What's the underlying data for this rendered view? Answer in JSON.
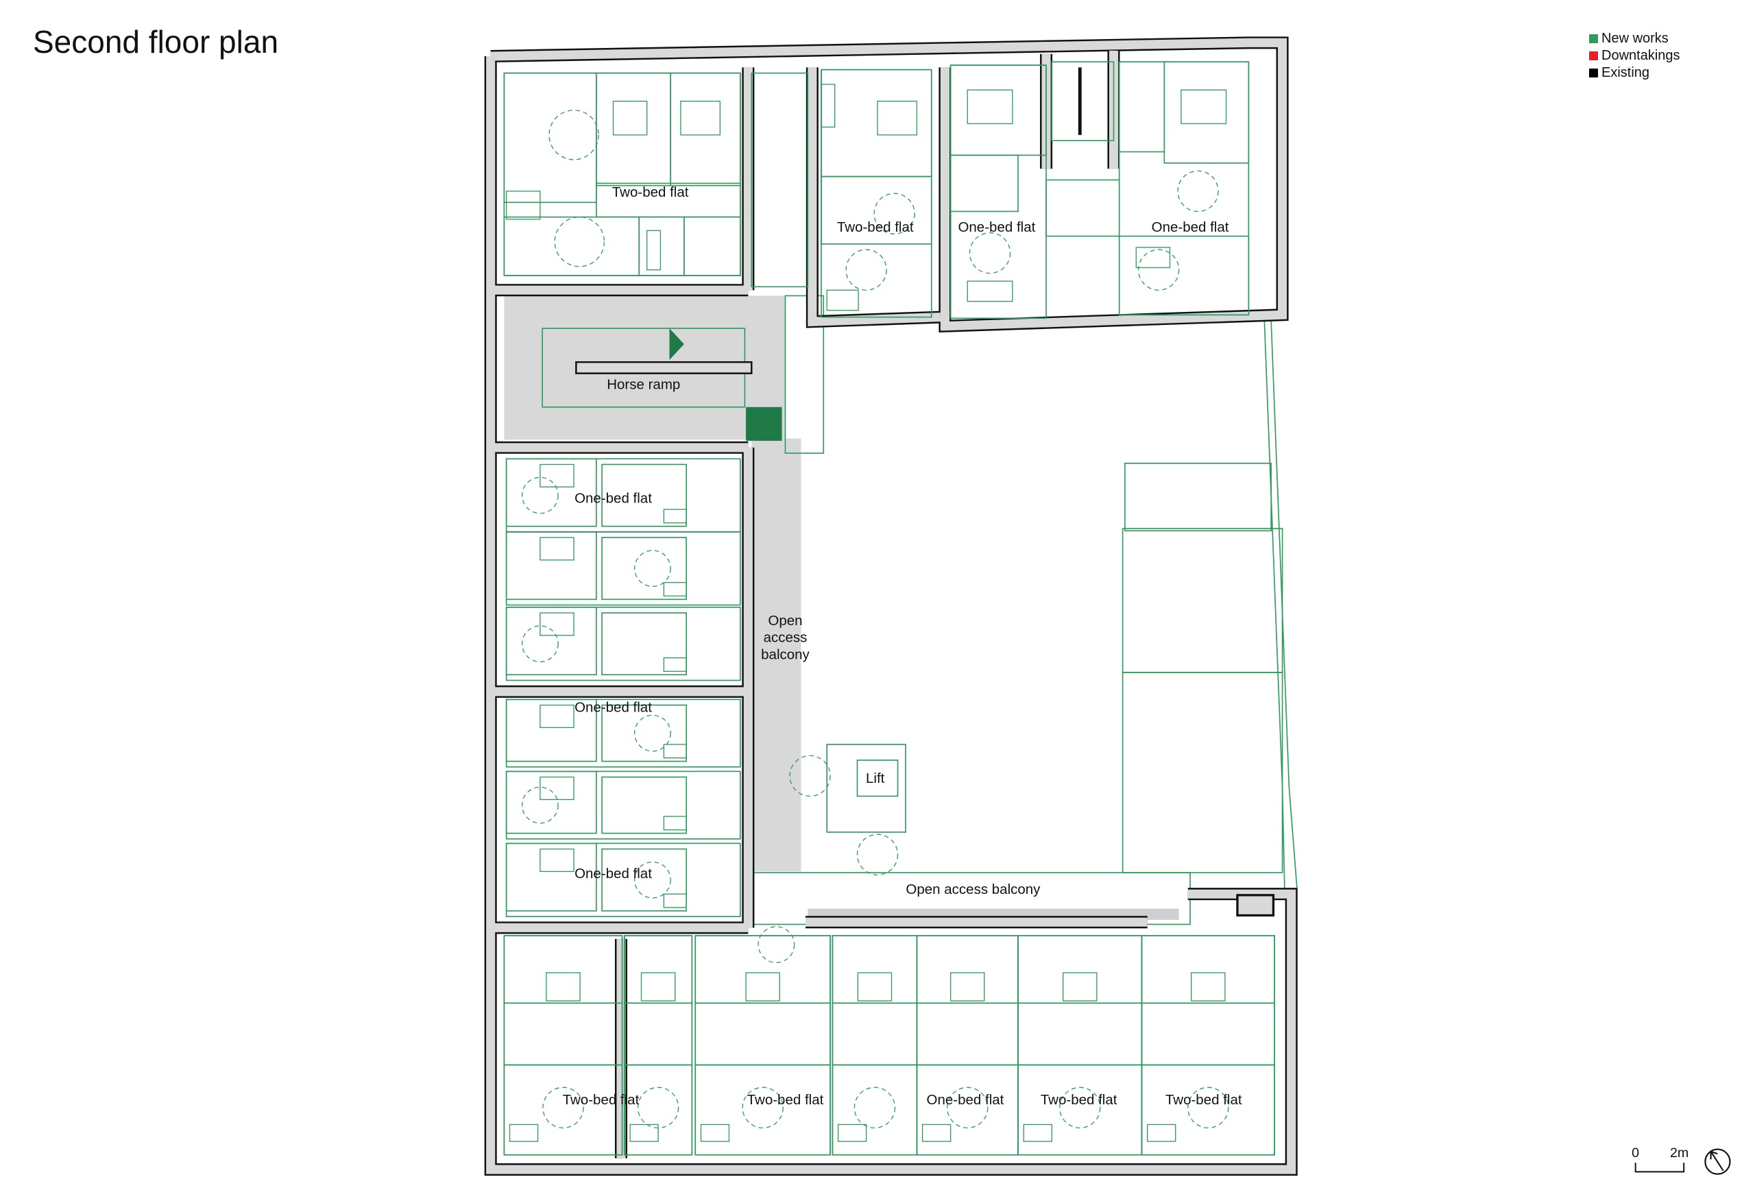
{
  "title": "Second floor plan",
  "legend": [
    {
      "label": "New works",
      "color": "#2e9a5e"
    },
    {
      "label": "Downtakings",
      "color": "#e8202a"
    },
    {
      "label": "Existing",
      "color": "#000000"
    }
  ],
  "labels": {
    "north_block": [
      "Two-bed flat",
      "Two-bed flat",
      "One-bed flat",
      "One-bed flat"
    ],
    "horse_ramp": "Horse ramp",
    "west_wing": [
      "One-bed flat",
      "One-bed flat",
      "One-bed flat"
    ],
    "balcony_vertical": [
      "Open",
      "access",
      "balcony"
    ],
    "lift": "Lift",
    "balcony_horizontal": "Open access balcony",
    "south_block": [
      "Two-bed flat",
      "Two-bed flat",
      "One-bed flat",
      "Two-bed flat",
      "Two-bed flat"
    ]
  },
  "scale_bar": {
    "start": "0",
    "end": "2m"
  },
  "north_arrow": "north-arrow-icon",
  "colors": {
    "new_works": "#2e9a5e",
    "existing_wall_fill": "#d9d9d9",
    "existing_wall_line": "#111111",
    "paving": "#d8d8d8"
  }
}
